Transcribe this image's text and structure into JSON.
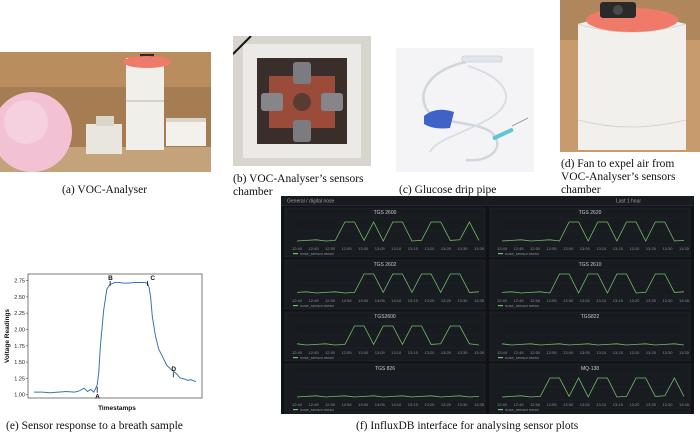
{
  "captions": {
    "a": "(a) VOC-Analyser",
    "b_line1": "(b) VOC-Analyser’s sensors",
    "b_line2": "chamber",
    "c": "(c) Glucose drip pipe",
    "d_line1": "(d) Fan to expel air from",
    "d_line2": "VOC-Analyser’s sensors",
    "d_line3": "chamber",
    "e": "(e) Sensor response to a breath sample",
    "f": "(f) InfluxDB interface for analysing sensor plots"
  },
  "chart_data": {
    "type": "line",
    "xlabel": "Timestamps",
    "ylabel": "Voltage Readings",
    "ylim": [
      0.95,
      2.85
    ],
    "yticks": [
      "1.00",
      "1.25",
      "1.50",
      "1.75",
      "2.00",
      "2.25",
      "2.50",
      "2.75"
    ],
    "ytick_values": [
      1.0,
      1.25,
      1.5,
      1.75,
      2.0,
      2.25,
      2.5,
      2.75
    ],
    "xlim": [
      0,
      100
    ],
    "series": [
      {
        "color": "#3b73b9",
        "x": [
          0,
          5,
          10,
          15,
          20,
          25,
          28,
          31,
          33,
          35,
          37,
          39,
          40,
          41,
          43,
          45,
          47,
          50,
          53,
          55,
          58,
          62,
          65,
          68,
          70,
          71,
          72,
          73,
          75,
          77,
          80,
          82,
          85,
          88,
          90,
          93,
          95,
          97,
          100
        ],
        "y": [
          1.04,
          1.04,
          1.03,
          1.04,
          1.05,
          1.04,
          1.06,
          1.1,
          1.05,
          1.08,
          1.04,
          1.15,
          1.35,
          1.75,
          2.3,
          2.62,
          2.69,
          2.72,
          2.72,
          2.71,
          2.71,
          2.72,
          2.72,
          2.72,
          2.71,
          2.65,
          2.5,
          2.2,
          1.9,
          1.7,
          1.55,
          1.45,
          1.38,
          1.32,
          1.26,
          1.24,
          1.22,
          1.23,
          1.2
        ]
      }
    ],
    "annotations": [
      {
        "label": "A",
        "x": 39,
        "y": 1.0
      },
      {
        "label": "B",
        "x": 47,
        "y": 2.76
      },
      {
        "label": "C",
        "x": 70,
        "y": 2.76
      },
      {
        "label": "D",
        "x": 86,
        "y": 1.36
      }
    ]
  },
  "dashboard": {
    "breadcrumb": "General / digital nose",
    "time_range": "Last 1 hour",
    "panels_left": [
      "TGS 2600",
      "TGS 2602",
      "TGS2600",
      "TGS 826"
    ],
    "panels_right": [
      "TGS 2620",
      "TGS 2610",
      "TGS822",
      "MQ-138"
    ],
    "legend": "nose_sensor.mean",
    "times": [
      "12:40",
      "12:45",
      "12:50",
      "12:55",
      "13:00",
      "13:05",
      "13:10",
      "13:15",
      "13:20",
      "13:25",
      "13:30",
      "13:35"
    ],
    "accent_color": "#73bf69"
  }
}
